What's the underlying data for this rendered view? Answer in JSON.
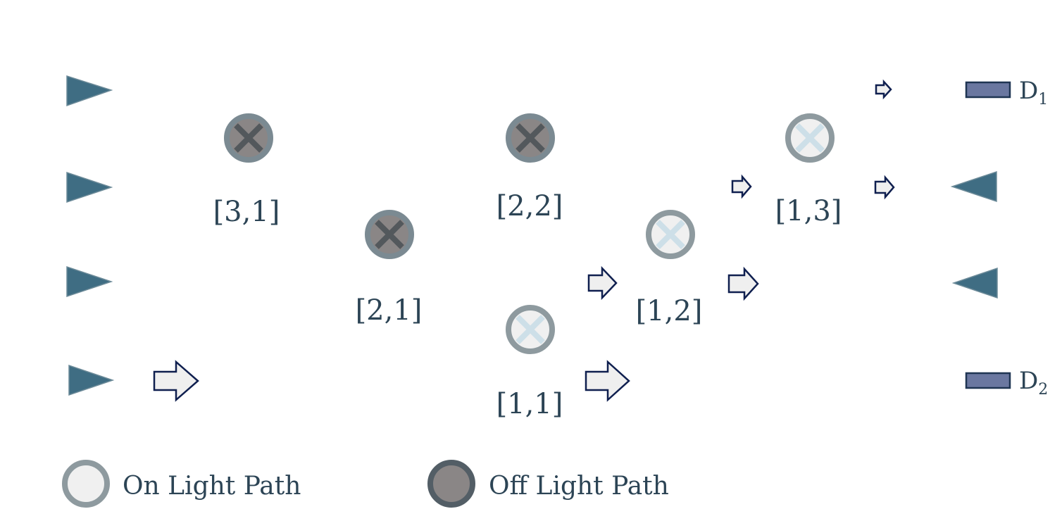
{
  "colors": {
    "waveguide": "#97c1d6",
    "source": "#3f6d83",
    "text": "#2c4455",
    "node_on_fill": "#f0f0f0",
    "node_off_fill": "#8a8686",
    "node_off_ring": "#7b8a92",
    "node_on_ring": "#8e9a9f",
    "node_off_x": "#53585c",
    "node_on_x": "#cddfe8",
    "detector": "#6a77a0",
    "detector_edge": "#1f3553",
    "arrow_fill": "#efefef",
    "arrow_edge": "#0f1f4f"
  },
  "nodes": [
    {
      "id": "n31",
      "label": "[3,1]",
      "state": "off"
    },
    {
      "id": "n21",
      "label": "[2,1]",
      "state": "off"
    },
    {
      "id": "n22",
      "label": "[2,2]",
      "state": "off"
    },
    {
      "id": "n11",
      "label": "[1,1]",
      "state": "on"
    },
    {
      "id": "n12",
      "label": "[1,2]",
      "state": "on"
    },
    {
      "id": "n13",
      "label": "[1,3]",
      "state": "on"
    }
  ],
  "detectors": [
    {
      "id": "d1",
      "letter": "D",
      "sub": "1"
    },
    {
      "id": "d2",
      "letter": "D",
      "sub": "2"
    }
  ],
  "legend": {
    "on_label": "On Light Path",
    "off_label": "Off Light Path"
  }
}
